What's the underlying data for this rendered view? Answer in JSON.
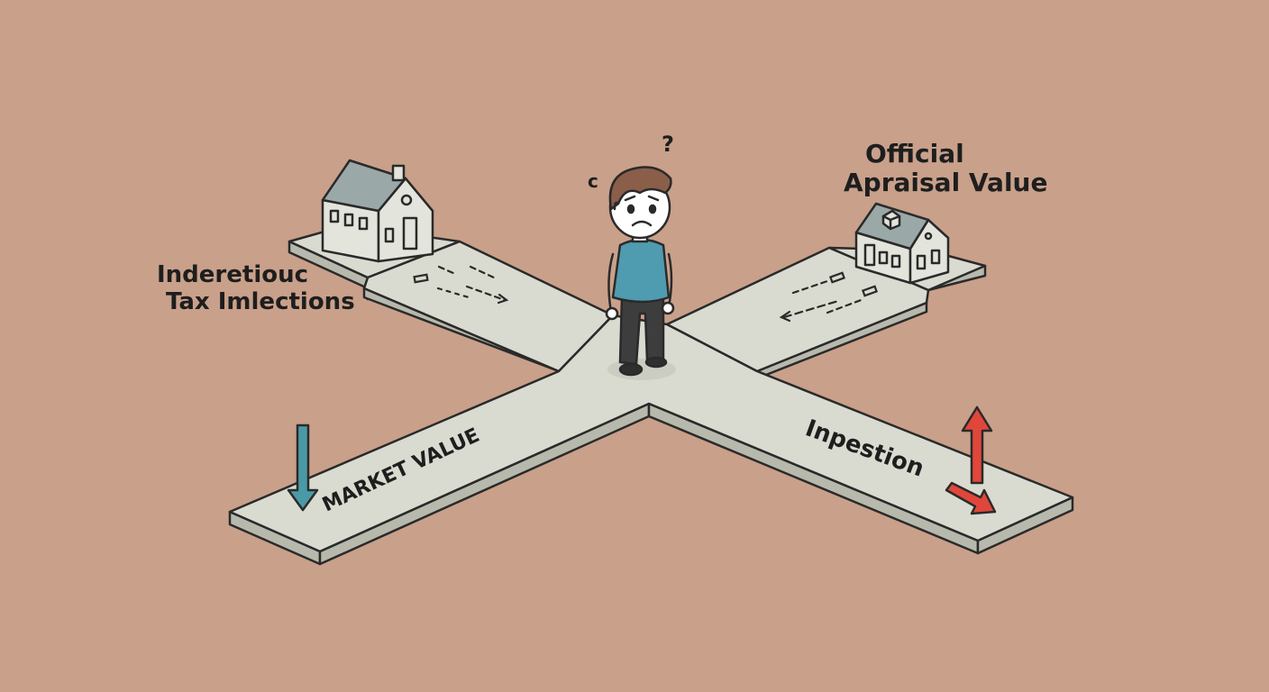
{
  "colors": {
    "background": "#c9a08a",
    "road_top": "#d9dbd0",
    "road_side": "#b7b9ad",
    "house_wall": "#e3e4db",
    "house_roof": "#9aa8a8",
    "down_arrow": "#4a9aa6",
    "up_arrow": "#e0473a",
    "shirt": "#4f9bb0",
    "pants": "#3d3d3d",
    "hair": "#8b5e4a"
  },
  "icons": [
    "house-icon",
    "person-icon",
    "question-mark-icon",
    "down-arrow-icon",
    "up-arrow-icon",
    "diagonal-arrow-icon"
  ],
  "labels": {
    "top_left_line1": "Inderetiouc",
    "top_left_line2": "Tax Imlections",
    "top_right_line1": "Official",
    "top_right_line2": "Apraisal Value",
    "bottom_left": "MARKET VALUE",
    "bottom_right": "Inpestion",
    "question": "?",
    "small_mark": "c"
  }
}
